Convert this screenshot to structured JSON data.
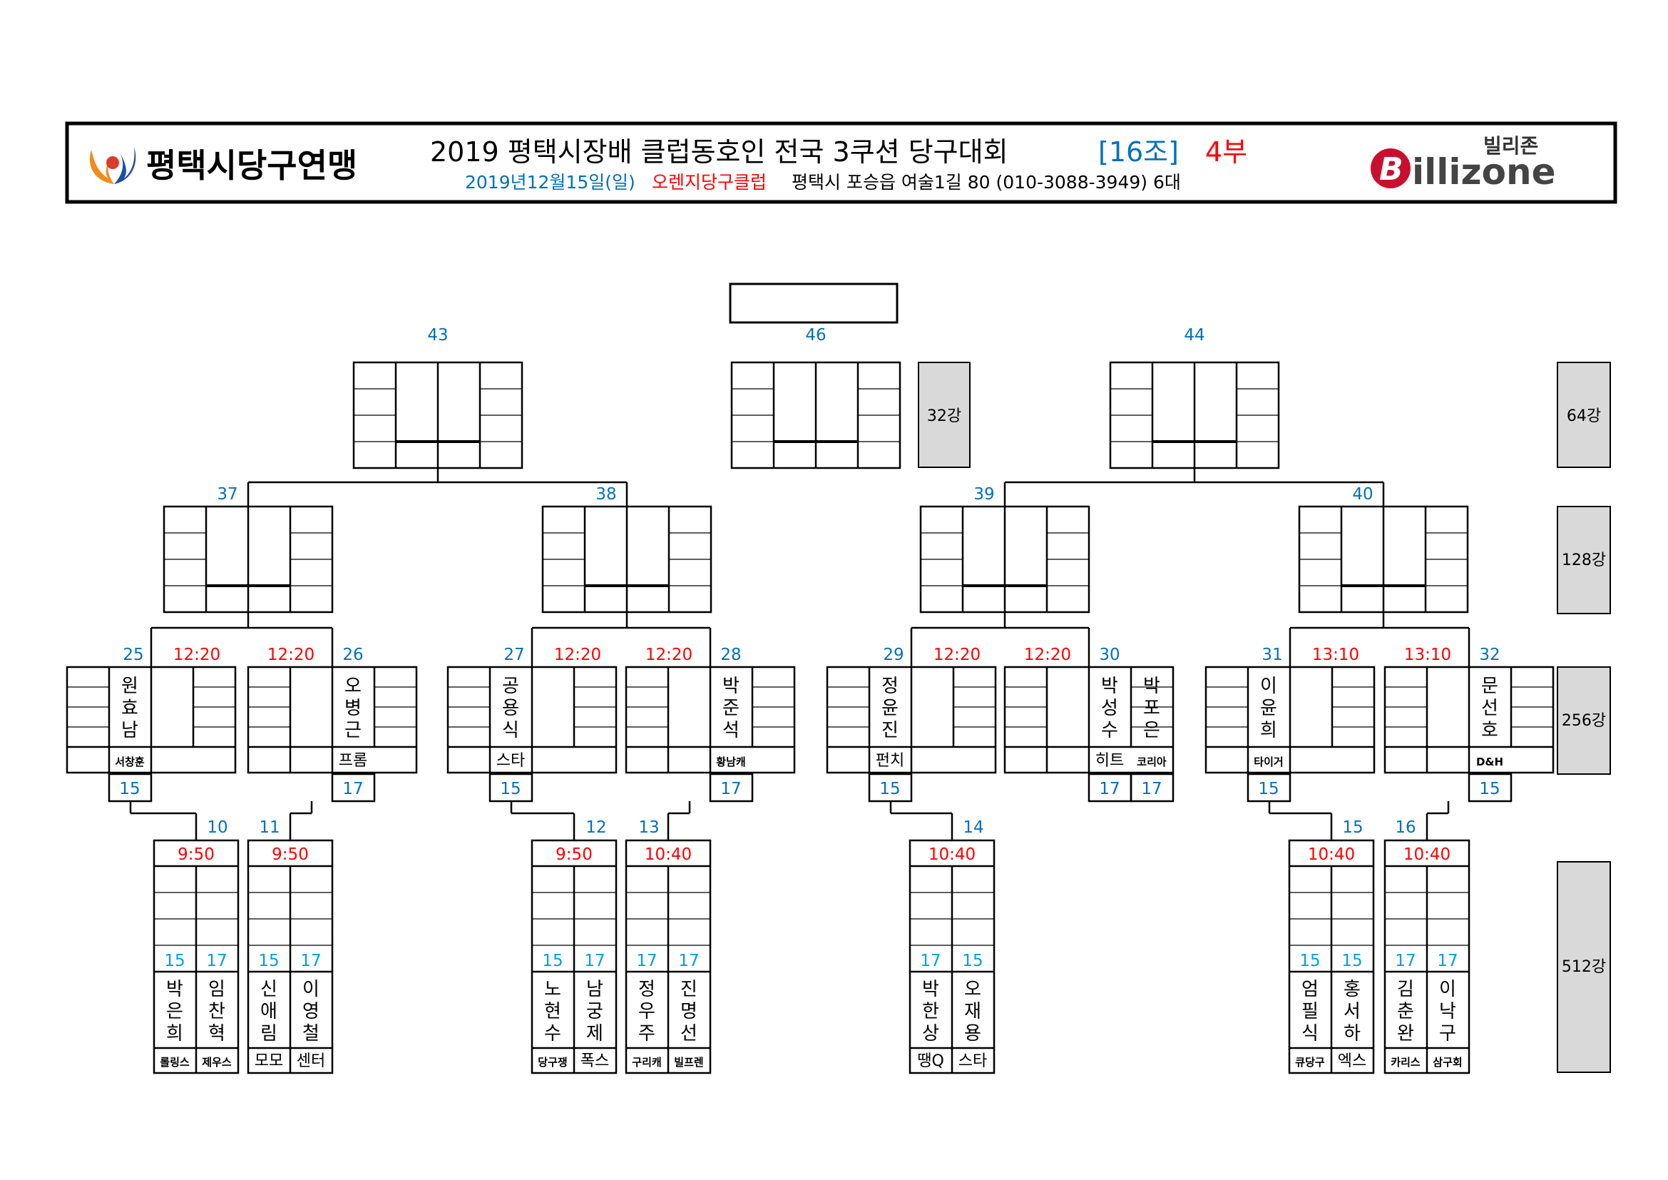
{
  "header": {
    "org_name": "평택시당구연맹",
    "title_main": "2019 평택시장배 클럽동호인 전국 3쿠션 당구대회",
    "title_group": "[16조]",
    "title_division": "4부",
    "date": "2019년12월15일(일)",
    "venue": "오렌지당구클럽",
    "address": "평택시 포승읍 여술1길 80  (010-3088-3949) 6대",
    "sponsor_korean": "빌리존",
    "sponsor_brand": "illizone",
    "sponsor_b": "B"
  },
  "colors": {
    "blue": "#0070c0",
    "red": "#ff0000",
    "cyan": "#00a0e0",
    "gray": "#d9d9d9"
  },
  "round_labels": {
    "r32": "32강",
    "r64": "64강",
    "r128": "128강",
    "r256": "256강",
    "r512": "512강"
  },
  "r64": [
    {
      "num": "43"
    },
    {
      "num": "46"
    },
    {
      "num": "44"
    }
  ],
  "r128": [
    {
      "num": "37"
    },
    {
      "num": "38"
    },
    {
      "num": "39"
    },
    {
      "num": "40"
    }
  ],
  "r256": [
    {
      "left_num": "25",
      "right_num": "26",
      "left_time": "12:20",
      "right_time": "12:20",
      "left": {
        "name": "원효남",
        "club": "서창훈",
        "hc": "15"
      },
      "right": {
        "name": "오병근",
        "club": "프롬",
        "hc": "17"
      }
    },
    {
      "left_num": "27",
      "right_num": "28",
      "left_time": "12:20",
      "right_time": "12:20",
      "left": {
        "name": "공용식",
        "club": "스타",
        "hc": "15"
      },
      "right": {
        "name": "박준석",
        "club": "황남캐",
        "hc": "17"
      }
    },
    {
      "left_num": "29",
      "right_num": "30",
      "left_time": "12:20",
      "right_time": "12:20",
      "left": {
        "name": "정윤진",
        "club": "펀치",
        "hc": "15"
      },
      "right": {
        "name": "박성수",
        "club": "히트",
        "hc": "17"
      },
      "extra": {
        "name": "박포은",
        "club": "코리아",
        "hc": "17"
      }
    },
    {
      "left_num": "31",
      "right_num": "32",
      "left_time": "13:10",
      "right_time": "13:10",
      "left": {
        "name": "이윤희",
        "club": "타이거",
        "hc": "15"
      },
      "right": {
        "name": "문선호",
        "club": "D&H",
        "hc": "15"
      }
    }
  ],
  "r512": [
    {
      "num": "10",
      "time": "9:50",
      "p1": {
        "name": "박은희",
        "hc": "15",
        "club": "롤링스"
      },
      "p2": {
        "name": "임찬혁",
        "hc": "17",
        "club": "제우스"
      }
    },
    {
      "num": "11",
      "time": "9:50",
      "p1": {
        "name": "신애림",
        "hc": "15",
        "club": "모모"
      },
      "p2": {
        "name": "이영철",
        "hc": "17",
        "club": "센터"
      }
    },
    {
      "num": "12",
      "time": "9:50",
      "p1": {
        "name": "노현수",
        "hc": "15",
        "club": "당구쟁"
      },
      "p2": {
        "name": "남궁제",
        "hc": "17",
        "club": "폭스"
      }
    },
    {
      "num": "13",
      "time": "10:40",
      "p1": {
        "name": "정우주",
        "hc": "17",
        "club": "구리캐"
      },
      "p2": {
        "name": "진명선",
        "hc": "17",
        "club": "빌프렌"
      }
    },
    {
      "num": "14",
      "time": "10:40",
      "p1": {
        "name": "박한상",
        "hc": "17",
        "club": "땡Q"
      },
      "p2": {
        "name": "오재용",
        "hc": "15",
        "club": "스타"
      }
    },
    {
      "num": "15",
      "time": "10:40",
      "p1": {
        "name": "엄필식",
        "hc": "15",
        "club": "큐당구"
      },
      "p2": {
        "name": "홍서하",
        "hc": "15",
        "club": "엑스"
      }
    },
    {
      "num": "16",
      "time": "10:40",
      "p1": {
        "name": "김춘완",
        "hc": "17",
        "club": "카리스"
      },
      "p2": {
        "name": "이낙구",
        "hc": "17",
        "club": "삼구회"
      }
    }
  ]
}
